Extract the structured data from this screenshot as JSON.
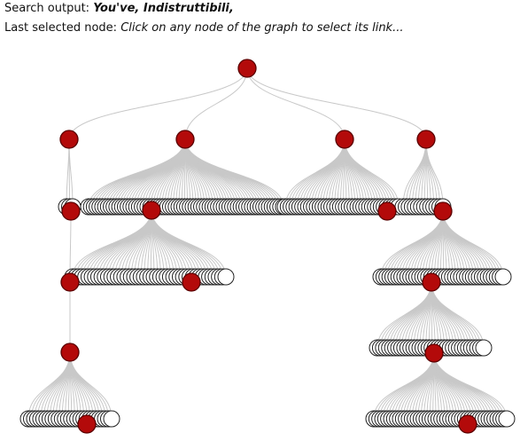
{
  "search": {
    "label": "Search output:",
    "value": "You've, Indistruttibili,"
  },
  "selection": {
    "label": "Last selected node:",
    "value": "Click on any node of the graph to select its link..."
  },
  "graph": {
    "colors": {
      "node_red": "#b30a0a",
      "node_white": "#ffffff",
      "edge": "#c8c8c8"
    }
  }
}
